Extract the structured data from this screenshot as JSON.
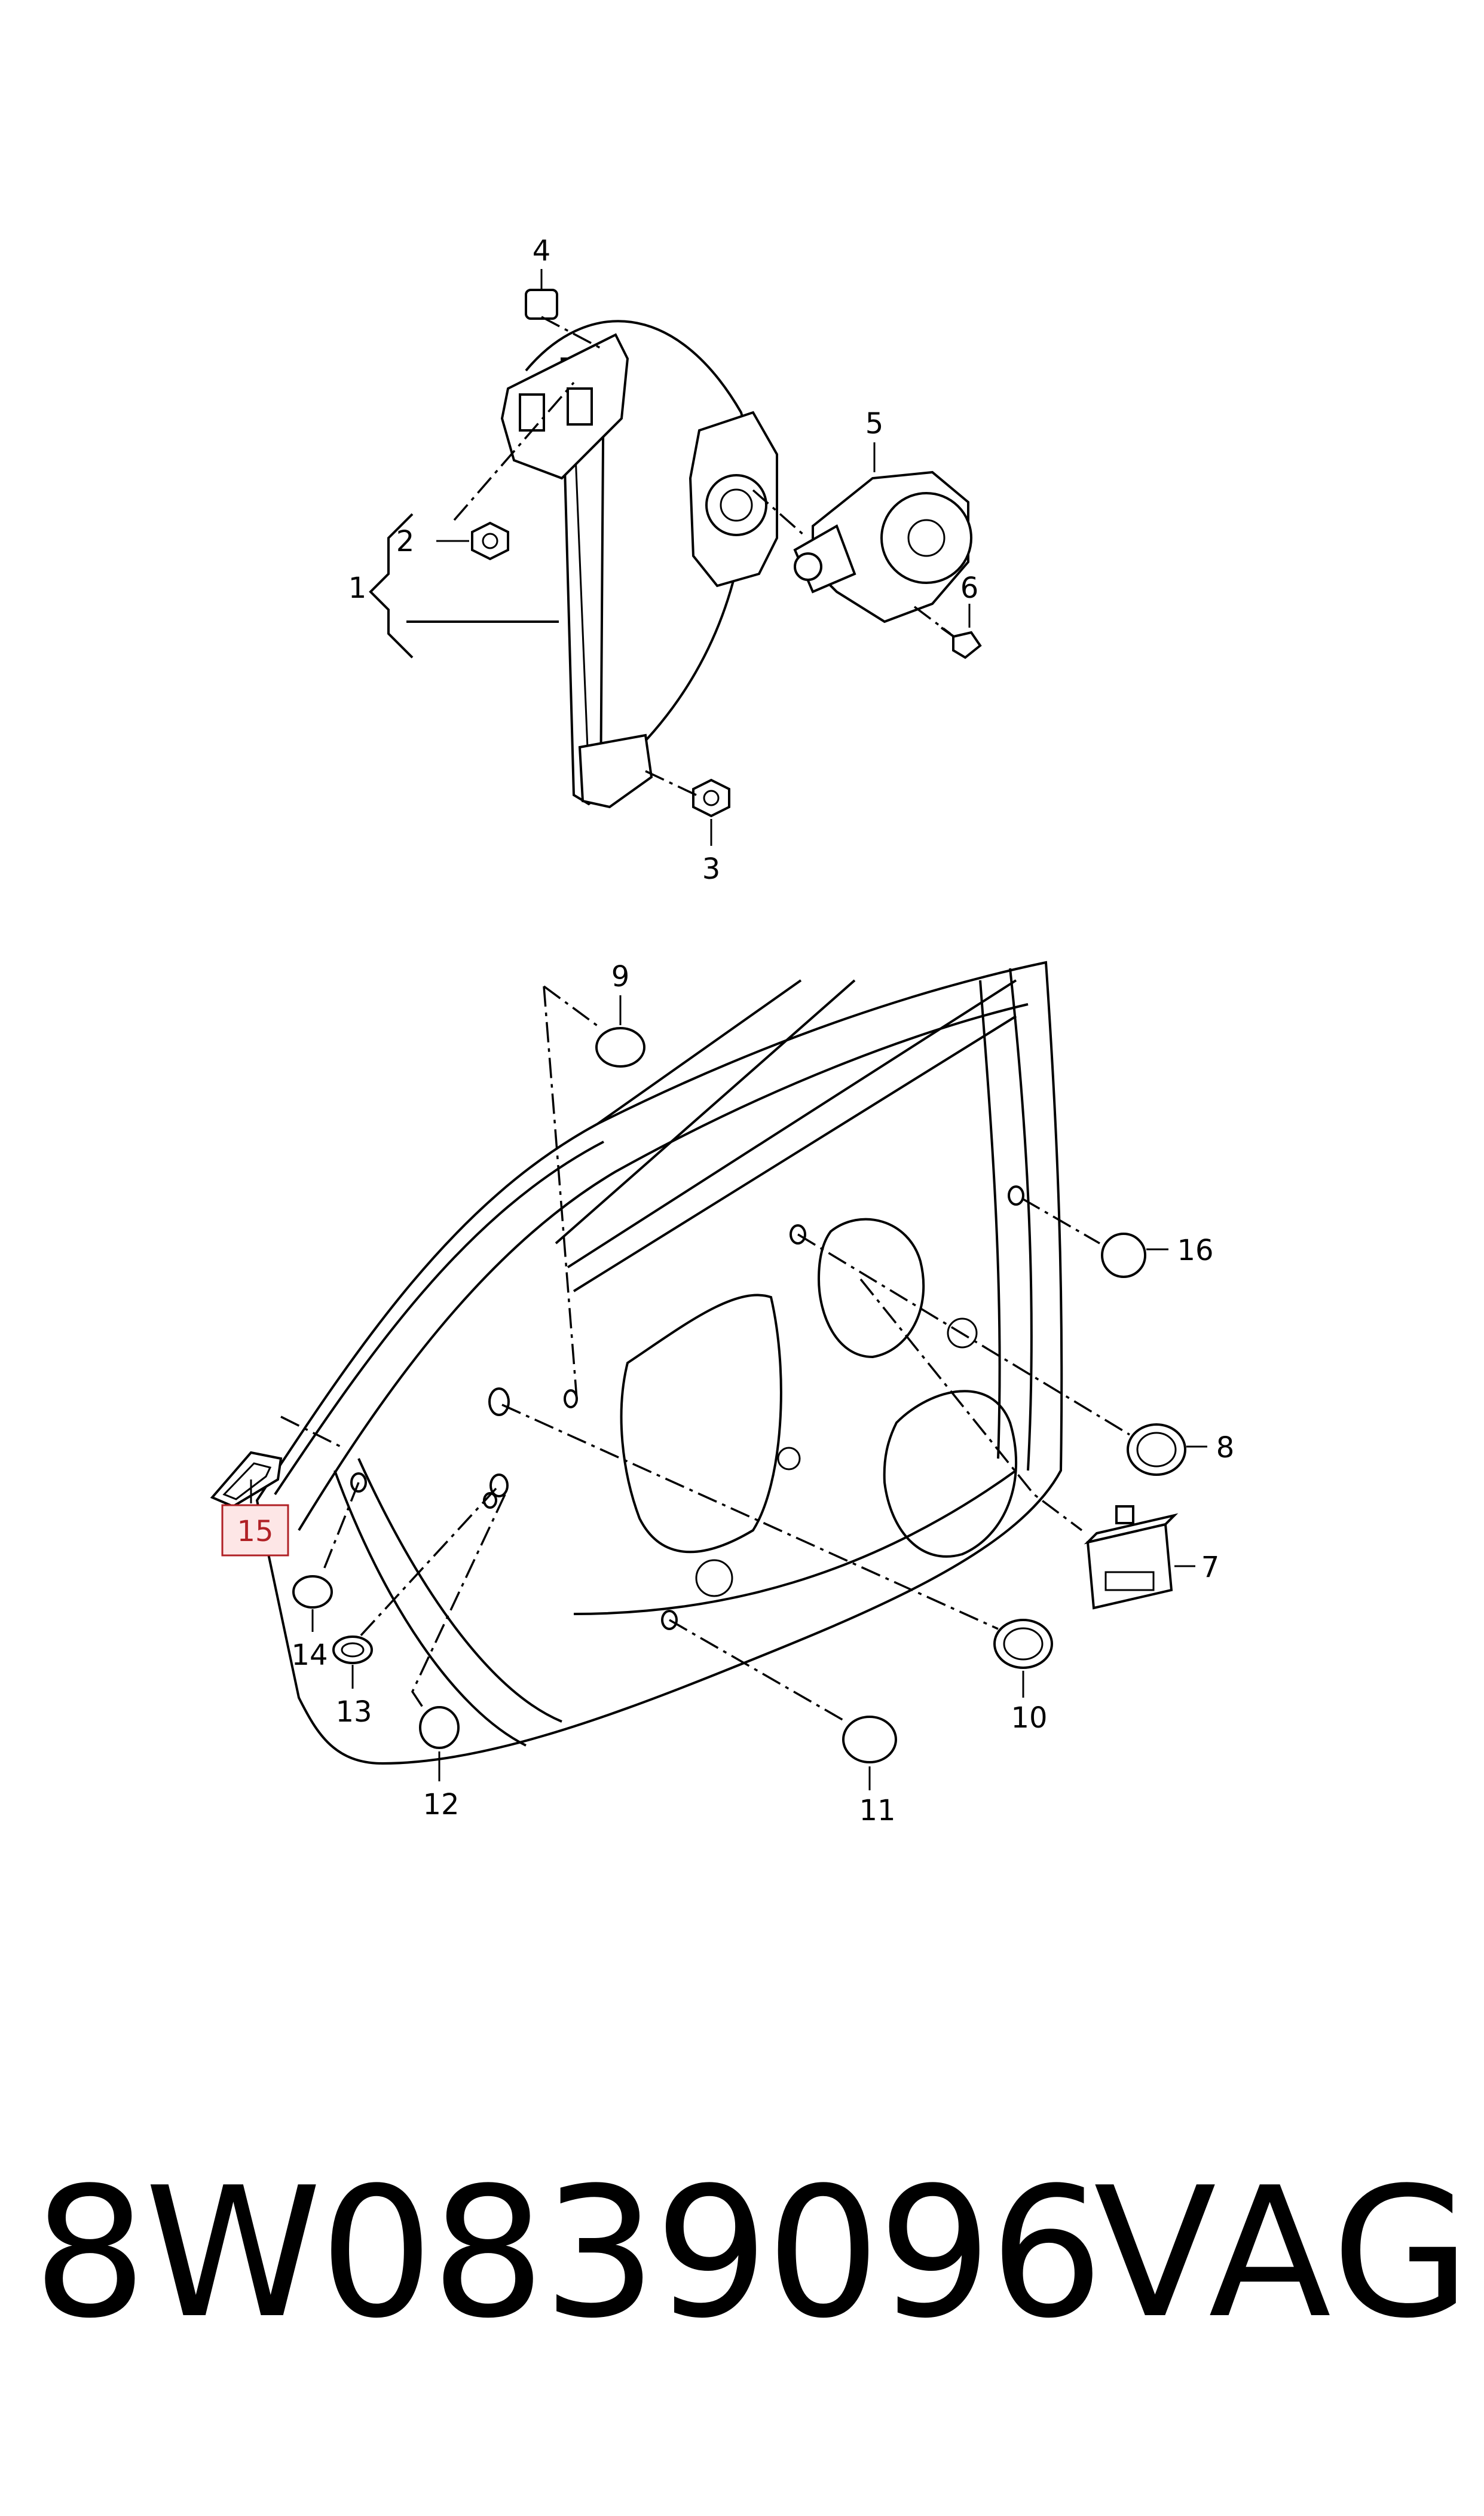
{
  "diagram": {
    "callouts": {
      "c1": "1",
      "c2": "2",
      "c3": "3",
      "c4": "4",
      "c5": "5",
      "c6": "6",
      "c7": "7",
      "c8": "8",
      "c9": "9",
      "c10": "10",
      "c11": "11",
      "c12": "12",
      "c13": "13",
      "c14": "14",
      "c15": "15",
      "c16": "16"
    },
    "highlighted_callout": "15",
    "highlight_color": "#b02025",
    "highlight_fill": "#fde6e6"
  },
  "footer": {
    "part_number": "8W0839096",
    "brand": "VAG"
  }
}
